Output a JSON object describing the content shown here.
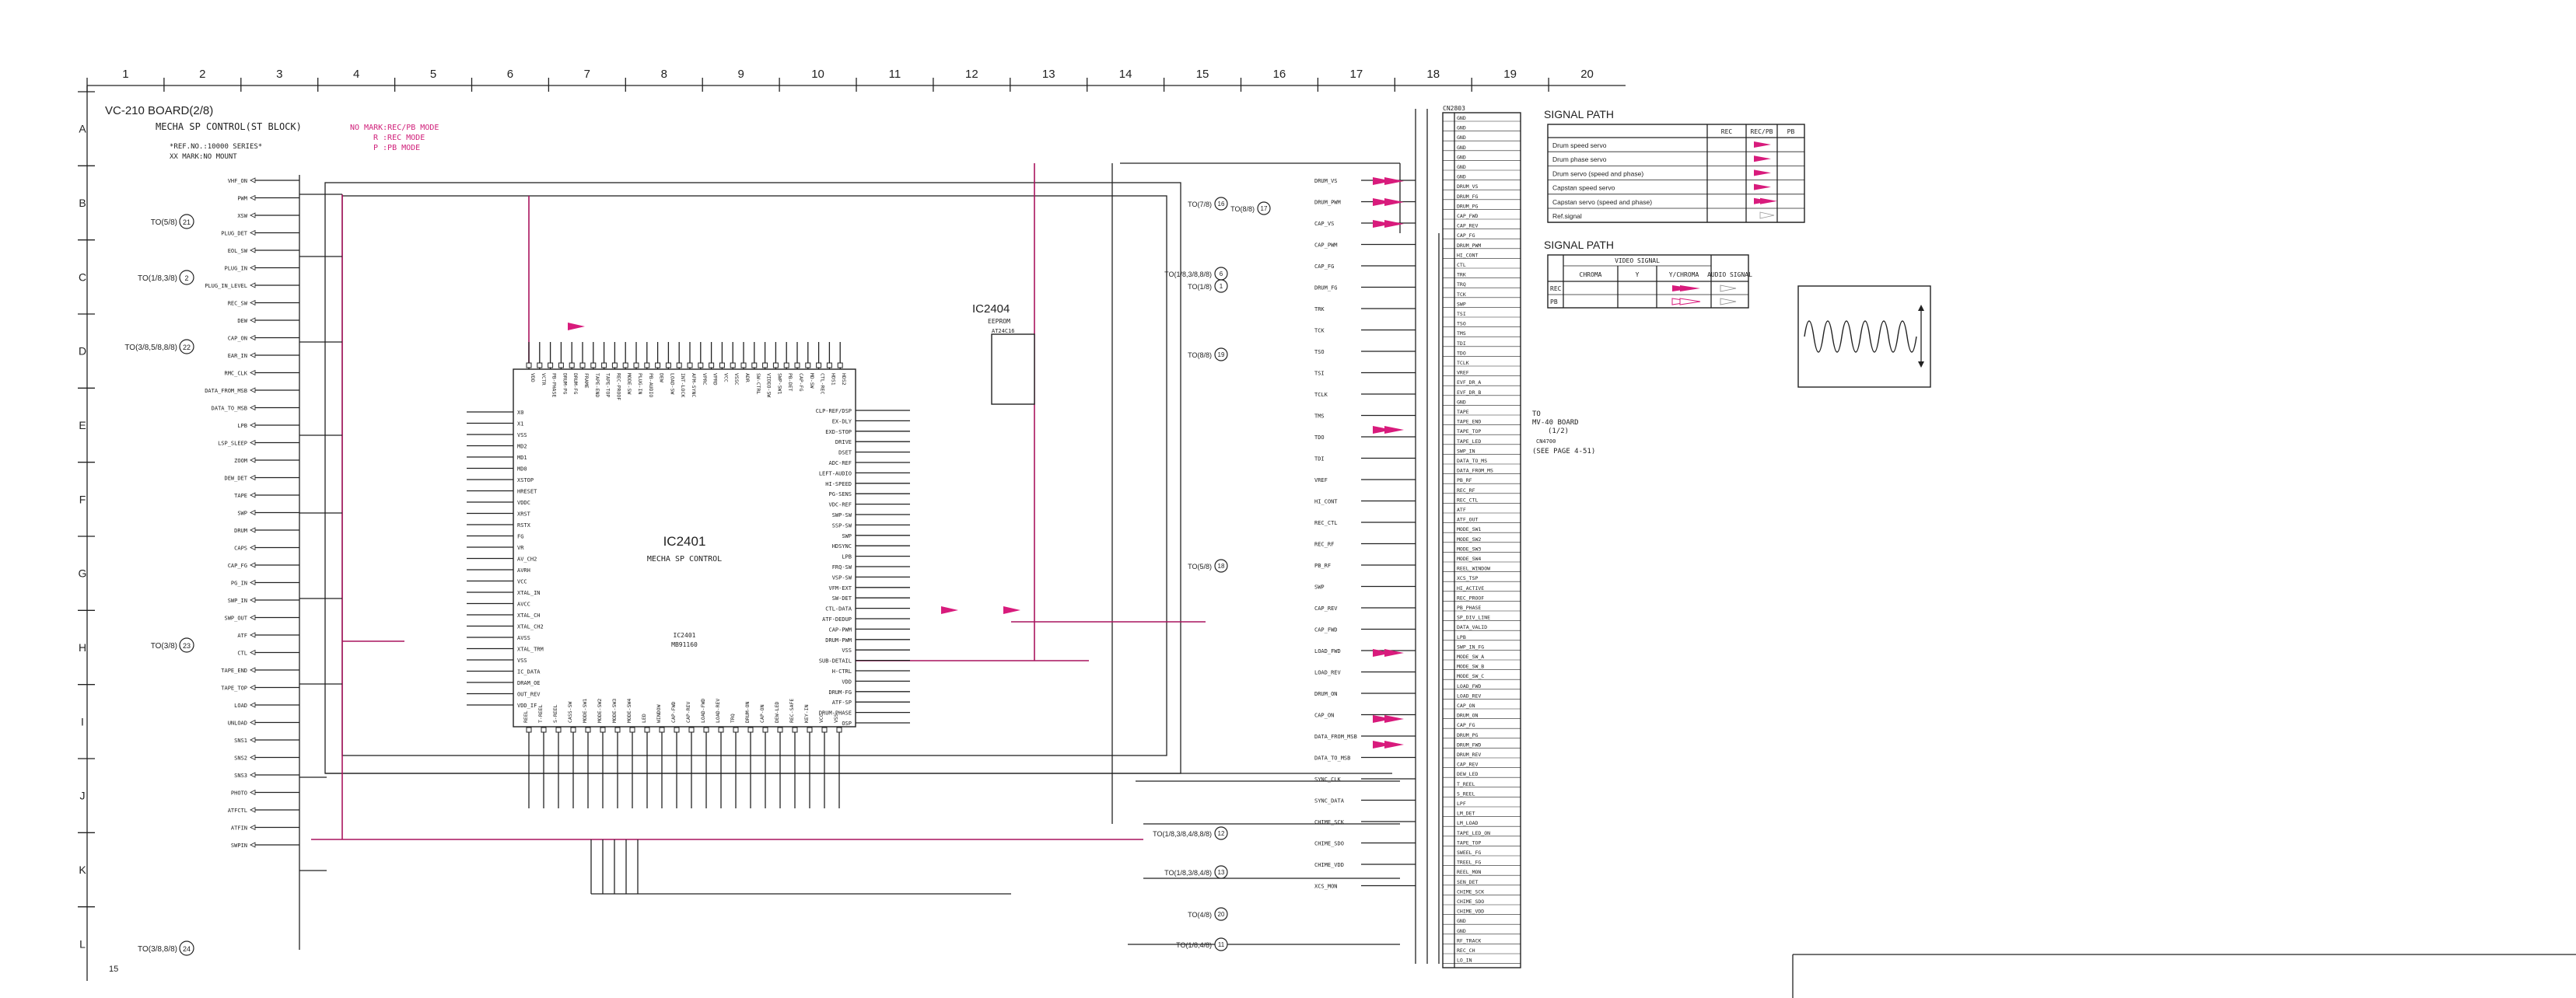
{
  "page": {
    "board_title": "VC-210 BOARD(2/8)",
    "block_title": "MECHA SP CONTROL(ST BLOCK)",
    "ref_note": "*REF.NO.:10000 SERIES*",
    "mark_note": "XX MARK:NO MOUNT",
    "mode_legend": [
      "NO MARK:REC/PB MODE",
      "R :REC MODE",
      "P :PB MODE"
    ],
    "page_number": "15"
  },
  "grid": {
    "columns": [
      "1",
      "2",
      "3",
      "4",
      "5",
      "6",
      "7",
      "8",
      "9",
      "10",
      "11",
      "12",
      "13",
      "14",
      "15",
      "16",
      "17",
      "18",
      "19",
      "20"
    ],
    "rows": [
      "A",
      "B",
      "C",
      "D",
      "E",
      "F",
      "G",
      "H",
      "I",
      "J",
      "K",
      "L"
    ]
  },
  "ic_main": {
    "ref": "IC2401",
    "name": "MECHA SP CONTROL",
    "part": "IC2401",
    "sub": "MB91160"
  },
  "ic_small": {
    "ref": "IC2404",
    "name": "EEPROM",
    "sub": "AT24C16"
  },
  "ic_main_left_pins": [
    "X0",
    "X1",
    "VSS",
    "MD2",
    "MD1",
    "MD0",
    "XSTOP",
    "HRESET",
    "VDDC",
    "XRST",
    "RSTX",
    "FG",
    "VR",
    "AV_CH2",
    "AVRH",
    "VCC",
    "XTAL_IN",
    "AVCC",
    "XTAL_CH",
    "XTAL_CH2",
    "AVSS",
    "XTAL_TRM",
    "VSS",
    "IC_DATA",
    "DRAM_OE",
    "OUT_REV",
    "VDD_IF"
  ],
  "ic_main_right_pins": [
    "CLP-REF/DSP",
    "EX-DLY",
    "EXD-STOP",
    "DRIVE",
    "DSET",
    "ADC-REF",
    "LEFT-AUDIO",
    "HI-SPEED",
    "PG-SENS",
    "VDC-REF",
    "SWP-SW",
    "SSP-SW",
    "SWP",
    "HDSYNC",
    "LPB",
    "FRQ-SW",
    "VSP-SW",
    "VFM-EXT",
    "SW-DET",
    "CTL-DATA",
    "ATF-DEDUP",
    "CAP-PWM",
    "DRUM-PWM",
    "VSS",
    "SUB-DETAIL",
    "H-CTRL",
    "VDD",
    "DRUM-FG",
    "ATF-SP",
    "DRUM-PHASE",
    "OSP"
  ],
  "ic_main_top_pins": [
    "VDD",
    "VCTR",
    "PB-PHASE",
    "DRUM-PG",
    "DRUM-FG",
    "FRAME",
    "TAPE-END",
    "TAPE-TOP",
    "REC-PROOF",
    "MODE-SW",
    "PLUG-IN",
    "PB-AUDIO",
    "DEW",
    "LOAD-SW",
    "INT-LOCK",
    "AFM-SYNC",
    "VPRC",
    "VPRD",
    "VCC",
    "VSSC",
    "ADR",
    "SW-CTRL",
    "VIDEO-SW",
    "SWP-SW1",
    "PB-DET",
    "CAP-FG",
    "MD-SW",
    "CTL-REC",
    "HDS1",
    "HDS2"
  ],
  "ic_main_bottom_pins": [
    "REEL",
    "T-REEL",
    "S-REEL",
    "CASS-SW",
    "MODE-SW1",
    "MODE-SW2",
    "MODE-SW3",
    "MODE-SW4",
    "LED",
    "WINDOW",
    "CAP-FWD",
    "CAP-REV",
    "LOAD-FWD",
    "LOAD-REV",
    "TRQ",
    "DRUM-ON",
    "CAP-ON",
    "DEW-LED",
    "REC-SAFE",
    "KEY-IN",
    "VCC",
    "VSS"
  ],
  "left_connectors": [
    {
      "label": "TO(5/8)",
      "num": "21"
    },
    {
      "label": "TO(1/8,3/8)",
      "num": "2"
    },
    {
      "label": "TO(3/8,5/8,8/8)",
      "num": "22"
    },
    {
      "label": "TO(3/8)",
      "num": "23"
    },
    {
      "label": "TO(3/8,8/8)",
      "num": "24"
    }
  ],
  "left_signals": [
    "VHF_ON",
    "PWM",
    "XSW",
    "PLUG_DET",
    "EOL_SW",
    "PLUG_IN",
    "PLUG_IN_LEVEL",
    "REC_SW",
    "DEW",
    "CAP_ON",
    "EAR_IN",
    "RMC_CLK",
    "DATA_FROM_MSB",
    "DATA_TO_MSB",
    "LPB",
    "LSP_SLEEP",
    "ZOOM",
    "DEW_DET",
    "TAPE",
    "SWP",
    "DRUM",
    "CAPS",
    "CAP_FG",
    "PG_IN",
    "SWP_IN",
    "SWP_OUT",
    "ATF",
    "CTL",
    "TAPE_END",
    "TAPE_TOP",
    "LOAD",
    "UNLOAD",
    "SNS1",
    "SNS2",
    "SNS3",
    "PHOTO",
    "ATFCTL",
    "ATFIN",
    "SWPIN"
  ],
  "right_connectors": [
    {
      "label": "TO(7/8)",
      "num": "16"
    },
    {
      "label": "TO(8/8)",
      "num": "17"
    },
    {
      "label": "TO(1/8,3/8,8/8)",
      "num": "6"
    },
    {
      "label": "TO(1/8)",
      "num": "1"
    },
    {
      "label": "TO(8/8)",
      "num": "19"
    },
    {
      "label": "TO(5/8)",
      "num": "18"
    },
    {
      "label": "TO(1/8,3/8,4/8,8/8)",
      "num": "12"
    },
    {
      "label": "TO(1/8,3/8,4/8)",
      "num": "13"
    },
    {
      "label": "TO(4/8)",
      "num": "20"
    },
    {
      "label": "TO(1/8,4/8)",
      "num": "11"
    }
  ],
  "right_signals": [
    "DRUM_VS",
    "DRUM_PWM",
    "CAP_VS",
    "CAP_PWM",
    "CAP_FG",
    "DRUM_FG",
    "TRK",
    "TCK",
    "TSO",
    "TSI",
    "TCLK",
    "TMS",
    "TDO",
    "TDI",
    "VREF",
    "HI_CONT",
    "REC_CTL",
    "REC_RF",
    "PB_RF",
    "SWP",
    "CAP_REV",
    "CAP_FWD",
    "LOAD_FWD",
    "LOAD_REV",
    "DRUM_ON",
    "CAP_ON",
    "DATA_FROM_MSB",
    "DATA_TO_MSB",
    "SYNC_CLK",
    "SYNC_DATA",
    "CHIME_SCK",
    "CHIME_SDO",
    "CHIME_VDD",
    "XCS_MON"
  ],
  "cn_pins": [
    "GND",
    "GND",
    "GND",
    "GND",
    "GND",
    "GND",
    "GND",
    "DRUM_VS",
    "DRUM_FG",
    "DRUM_PG",
    "CAP_FWD",
    "CAP_REV",
    "CAP_FG",
    "DRUM_PWM",
    "HI_CONT",
    "CTL",
    "TRK",
    "TRQ",
    "TCK",
    "SWP",
    "TSI",
    "TSO",
    "TMS",
    "TDI",
    "TDO",
    "TCLK",
    "VREF",
    "EVF_DR_A",
    "EVF_DR_B",
    "GND",
    "TAPE",
    "TAPE_END",
    "TAPE_TOP",
    "TAPE_LED",
    "SWP_IN",
    "DATA_TO_MS",
    "DATA_FROM_MS",
    "PB_RF",
    "REC_RF",
    "REC_CTL",
    "ATF",
    "ATF_OUT",
    "MODE_SW1",
    "MODE_SW2",
    "MODE_SW3",
    "MODE_SW4",
    "REEL_WINDOW",
    "XCS_TSP",
    "HI_ACTIVE",
    "REC_PROOF",
    "PB_PHASE",
    "SP_DIV_LINE",
    "DATA_VALID",
    "LPB",
    "SWP_IN_FG",
    "MODE_SW_A",
    "MODE_SW_B",
    "MODE_SW_C",
    "LOAD_FWD",
    "LOAD_REV",
    "CAP_ON",
    "DRUM_ON",
    "CAP_FG",
    "DRUM_PG",
    "DRUM_FWD",
    "DRUM_REV",
    "CAP_REV",
    "DEW_LED",
    "T_REEL",
    "S_REEL",
    "LPF",
    "LM_DET",
    "LM_LOAD",
    "TAPE_LED_ON",
    "TAPE_TOP",
    "SWEEL_FG",
    "TREEL_FG",
    "REEL_MON",
    "SEN_DET",
    "CHIME_SCK",
    "CHIME_SDO",
    "CHIME_VDD",
    "GND",
    "GND",
    "RF_TRACK",
    "REC_CH",
    "LO_IN"
  ],
  "cn_ref": "CN2803",
  "signal_path_1": {
    "title": "SIGNAL PATH",
    "headers": [
      "",
      "REC",
      "REC/PB",
      "PB"
    ],
    "rows": [
      {
        "label": "Drum speed servo"
      },
      {
        "label": "Drum phase servo"
      },
      {
        "label": "Drum servo (speed and phase)"
      },
      {
        "label": "Capstan speed servo"
      },
      {
        "label": "Capstan servo (speed and phase)"
      },
      {
        "label": "Ref.signal"
      }
    ]
  },
  "signal_path_2": {
    "title": "SIGNAL PATH",
    "group_header": "VIDEO SIGNAL",
    "headers": [
      "CHROMA",
      "Y",
      "Y/CHROMA",
      "AUDIO SIGNAL"
    ],
    "rows": [
      "REC",
      "PB"
    ]
  },
  "right_board_ref": {
    "line1": "TO",
    "line2": "MV-40 BOARD",
    "line3": "(1/2)",
    "line4": "CN4700",
    "line5": "(SEE PAGE 4-51)"
  },
  "colors": {
    "accent": "#d81b7c",
    "line": "#222222",
    "maroon": "#a8145e"
  }
}
